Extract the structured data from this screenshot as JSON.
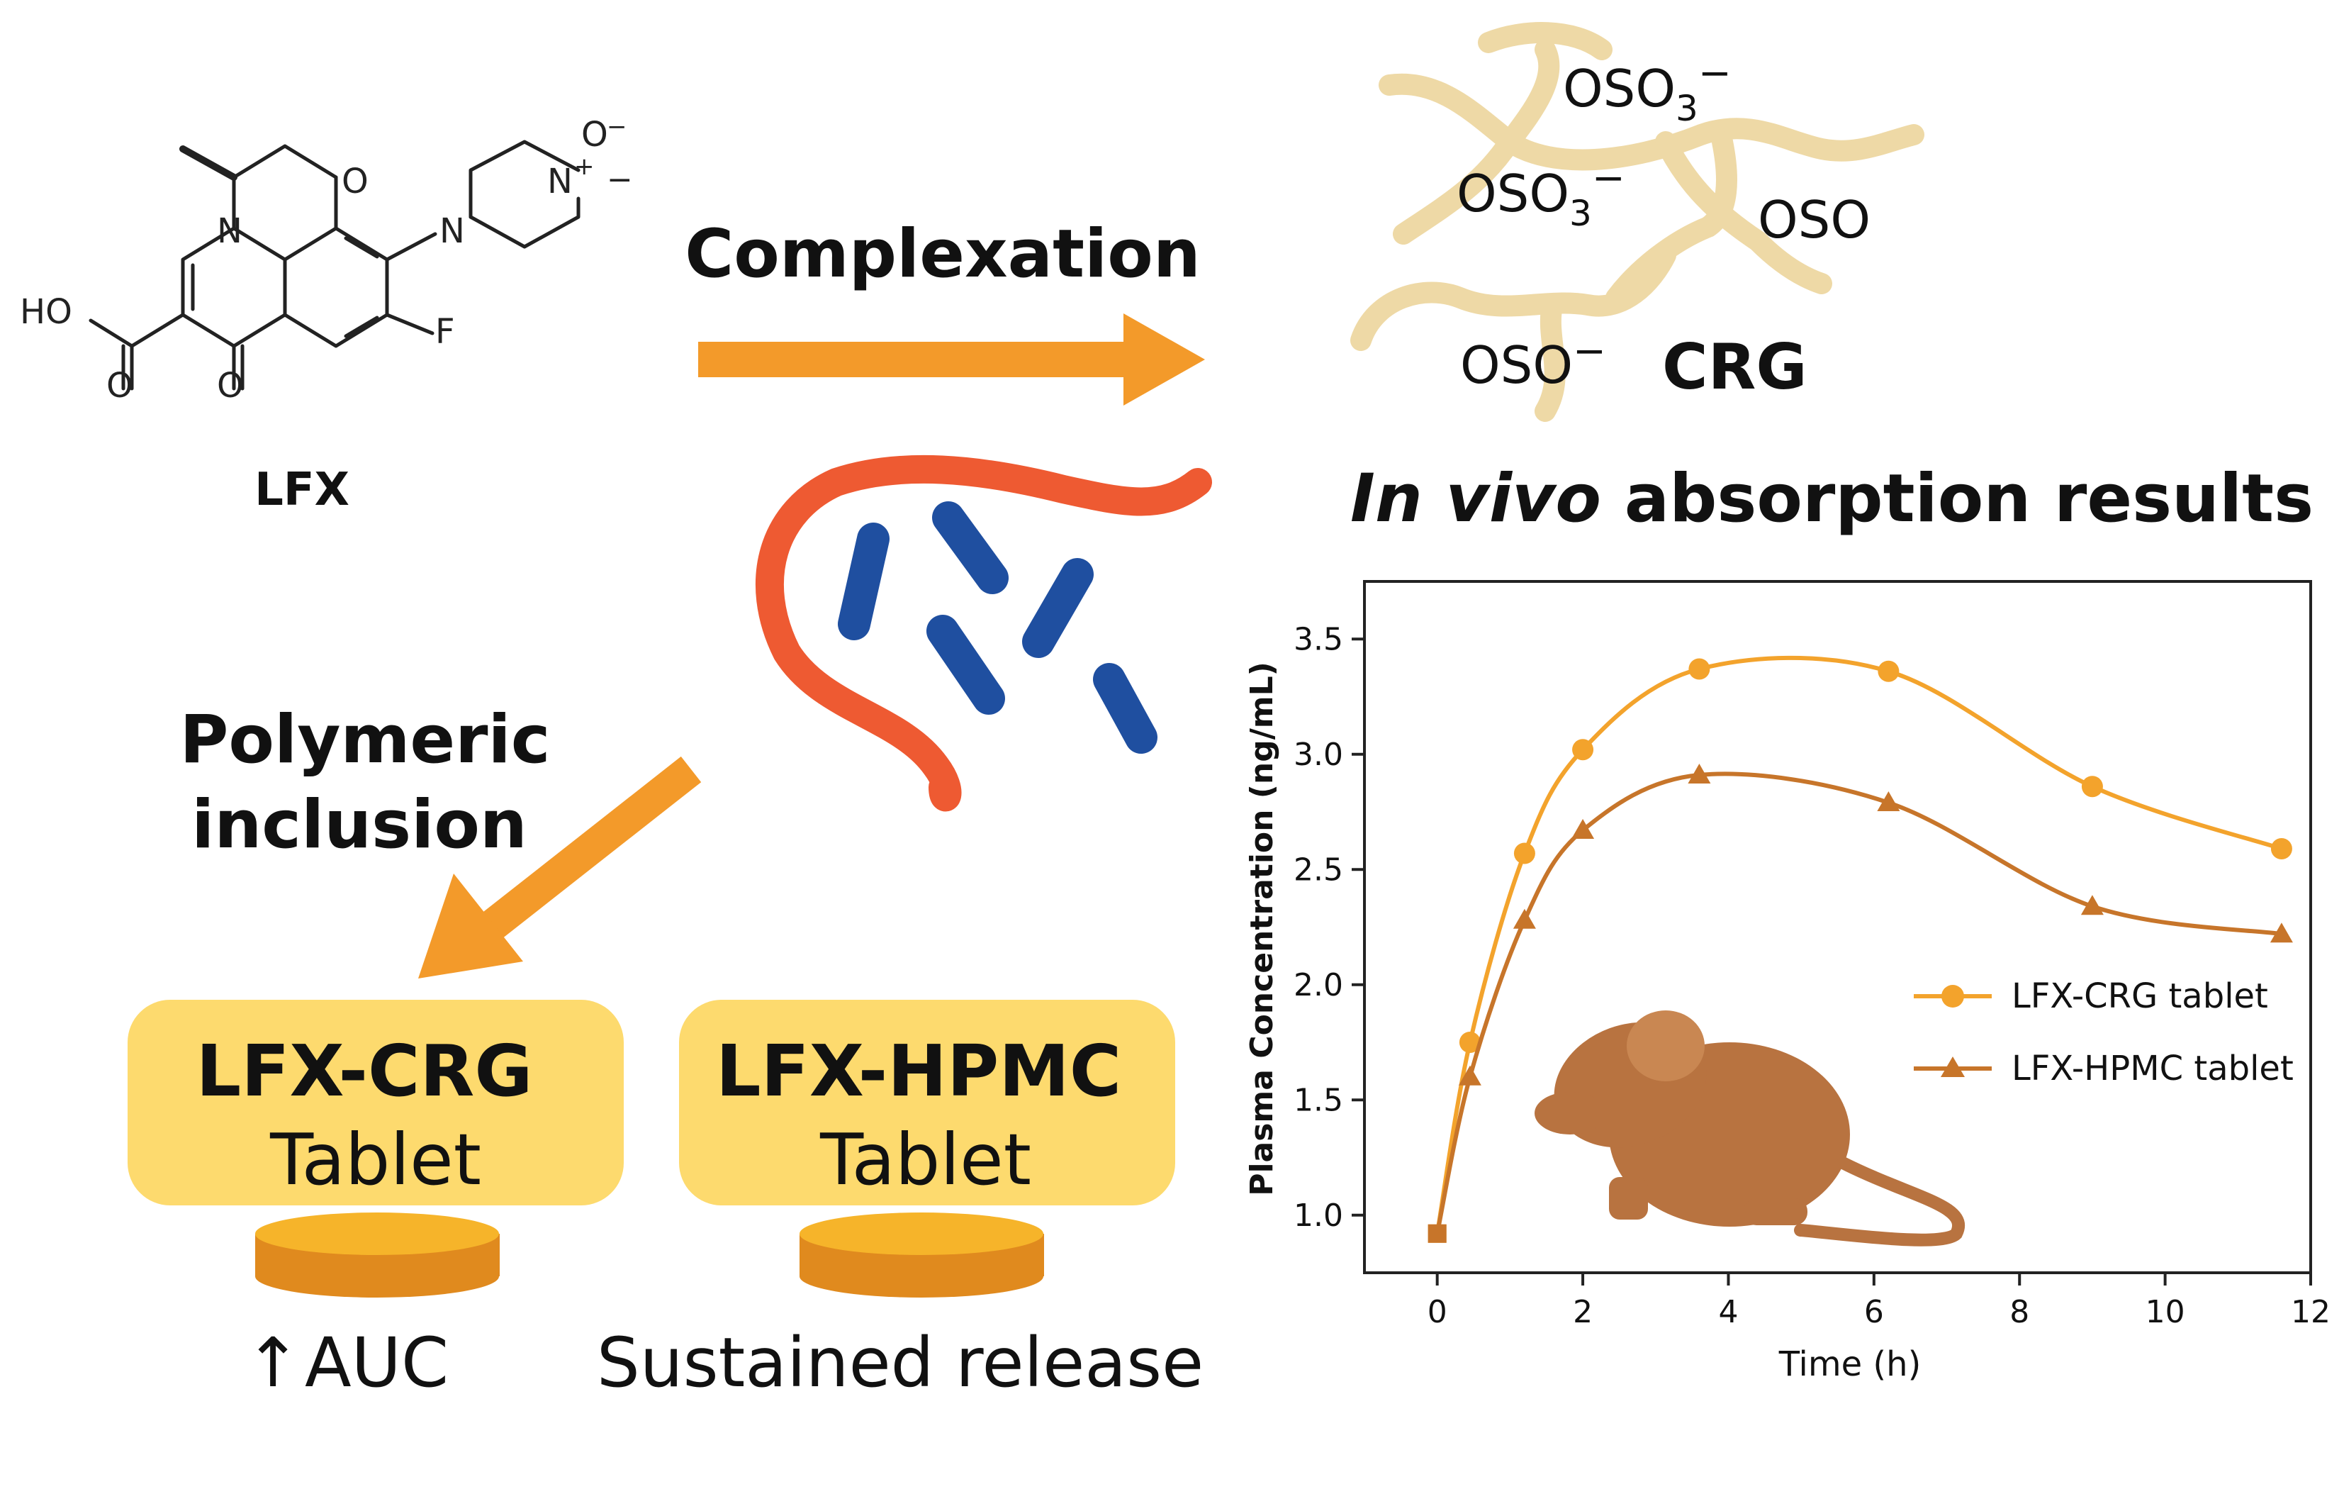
{
  "molecule": {
    "name": "LFX",
    "atoms": {
      "oxygen": "O",
      "nitrogen": "N",
      "fluorine": "F",
      "hydroxyl": "HO",
      "n_oxide_o": "O",
      "n_plus": "N",
      "plus": "+",
      "minus": "−"
    }
  },
  "complexation": {
    "label": "Complexation",
    "polymer_name": "CRG",
    "groups": [
      {
        "main": "OSO",
        "sub": "3",
        "charge": "−"
      },
      {
        "main": "OSO",
        "sub": "3",
        "charge": "−"
      },
      {
        "main": "OSO",
        "sub": "",
        "charge": ""
      },
      {
        "main": "OSO",
        "sub": "",
        "charge": "−"
      }
    ]
  },
  "inclusion": {
    "line1": "Polymeric",
    "line2": "inclusion"
  },
  "tablets": [
    {
      "name": "LFX-CRG",
      "type": "Tablet",
      "caption_arrow": "↑",
      "caption": "AUC"
    },
    {
      "name": "LFX-HPMC",
      "type": "Tablet",
      "caption_arrow": "",
      "caption": "Sustained release"
    }
  ],
  "results": {
    "title_italic": "In vivo",
    "title_rest": " absorption results"
  },
  "colors": {
    "orange_arrow": "#F39A2A",
    "crg_strand": "#EED9A6",
    "red_strand": "#EE5A32",
    "blue_rod": "#1F4FA0",
    "tablet_box": "#FDDA6E",
    "tablet_disc": "#F6B42A",
    "series_crg": "#F3A32C",
    "series_hpmc": "#C7752A",
    "rat": "#B87340"
  },
  "chart_data": {
    "type": "line",
    "xlabel": "Time (h)",
    "ylabel": "Plasma Concentration (ng/mL)",
    "xlim": [
      -1,
      12
    ],
    "ylim": [
      0.75,
      3.75
    ],
    "xticks": [
      "0",
      "2",
      "4",
      "6",
      "8",
      "10",
      "12"
    ],
    "yticks": [
      "1.0",
      "1.5",
      "2.0",
      "2.5",
      "3.0",
      "3.5"
    ],
    "legend_position": "right",
    "series": [
      {
        "name": "LFX-CRG tablet",
        "marker": "circle",
        "color": "#F3A32C",
        "points": [
          [
            0,
            0.92
          ],
          [
            0.45,
            1.75
          ],
          [
            1.2,
            2.57
          ],
          [
            2,
            3.02
          ],
          [
            3.6,
            3.37
          ],
          [
            6.2,
            3.36
          ],
          [
            9,
            2.86
          ],
          [
            11.6,
            2.59
          ]
        ]
      },
      {
        "name": "LFX-HPMC tablet",
        "marker": "triangle",
        "color": "#C7752A",
        "points": [
          [
            0,
            0.92
          ],
          [
            0.45,
            1.6
          ],
          [
            1.2,
            2.28
          ],
          [
            2,
            2.67
          ],
          [
            3.6,
            2.91
          ],
          [
            6.2,
            2.79
          ],
          [
            9,
            2.34
          ],
          [
            11.6,
            2.22
          ]
        ]
      }
    ]
  }
}
